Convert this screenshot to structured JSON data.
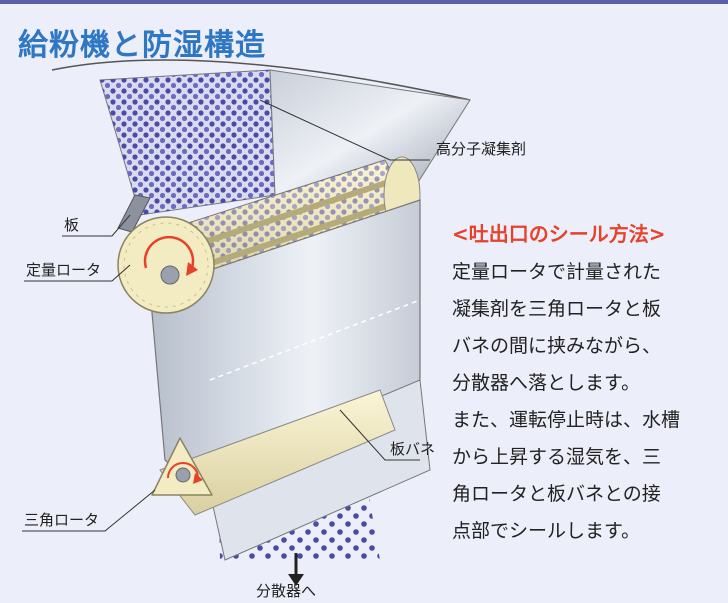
{
  "title": "給粉機と防湿構造",
  "labels": {
    "coagulant": "高分子凝集剤",
    "plate": "板",
    "metering_rotor": "定量ロータ",
    "leaf_spring": "板バネ",
    "triangle_rotor": "三角ロータ",
    "to_disperser": "分散器へ"
  },
  "seal_method": {
    "heading": "<吐出口のシール方法>",
    "lines": [
      "定量ロータで計量された",
      "凝集剤を三角ロータと板",
      "バネの間に挟みながら、",
      "分散器へ落とします。",
      "また、運転停止時は、水槽",
      "から上昇する湿気を、三",
      "角ロータと板バネとの接",
      "点部でシールします。"
    ]
  },
  "colors": {
    "title": "#2d77c4",
    "accent": "#e8412a",
    "background": "#eceef9",
    "particles": "#4b4aa6",
    "rotor": "#f3ecc2"
  }
}
